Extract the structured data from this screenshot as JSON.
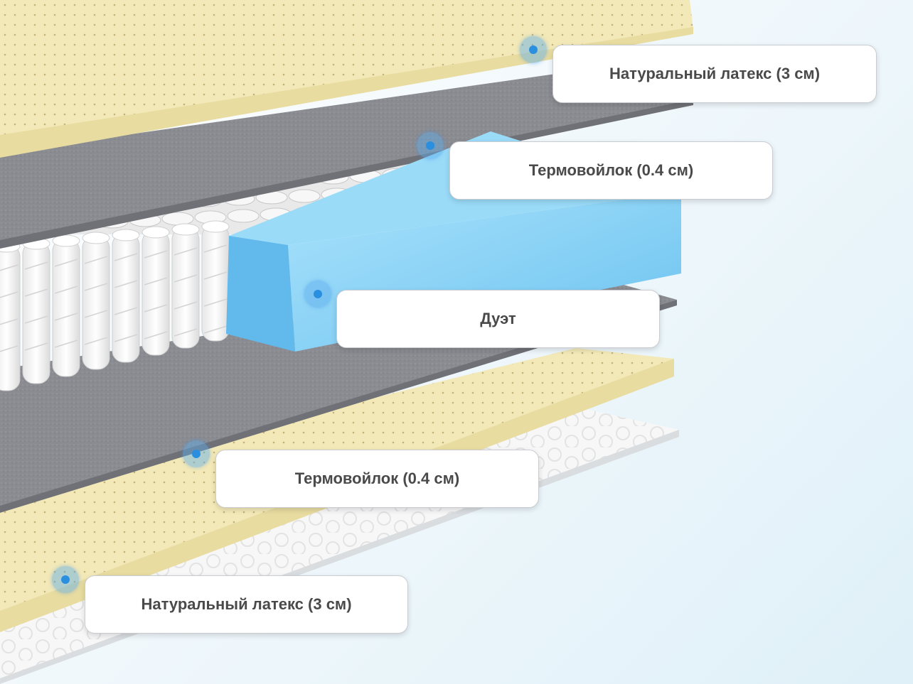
{
  "layers": [
    {
      "label": "Натуральный латекс (3 см)",
      "icon": "marker-dot-icon"
    },
    {
      "label": "Термовойлок (0.4 см)",
      "icon": "marker-dot-icon"
    },
    {
      "label": "Дуэт",
      "icon": "marker-dot-icon"
    },
    {
      "label": "Термовойлок (0.4 см)",
      "icon": "marker-dot-icon"
    },
    {
      "label": "Натуральный латекс (3 см)",
      "icon": "marker-dot-icon"
    }
  ],
  "colors": {
    "latex": "#f3e9b8",
    "felt": "#8a8c92",
    "foam": "#7fcdf4",
    "springs": "#f2f2f2",
    "cover": "#f6f6f6",
    "marker": "#2b8fe0"
  }
}
